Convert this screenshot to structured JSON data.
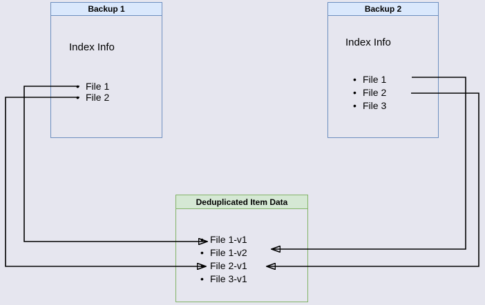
{
  "diagram": {
    "background_color": "#e6e6ef",
    "connector_color": "#000000",
    "boxes": {
      "backup1": {
        "title": "Backup 1",
        "subtitle": "Index Info",
        "files": [
          "File 1",
          "File 2"
        ],
        "border_color": "#6c8ebf",
        "header_fill": "#dae8fc"
      },
      "backup2": {
        "title": "Backup 2",
        "subtitle": "Index Info",
        "files": [
          "File 1",
          "File 2",
          "File 3"
        ],
        "border_color": "#6c8ebf",
        "header_fill": "#dae8fc"
      },
      "dedup": {
        "title": "Deduplicated Item Data",
        "items": [
          "File 1-v1",
          "File 1-v2",
          "File 2-v1",
          "File 3-v1"
        ],
        "border_color": "#82b366",
        "header_fill": "#d5e8d4"
      }
    },
    "edges": [
      {
        "from": "Backup 1 / File 1",
        "to": "Deduplicated Item Data / File 1-v1"
      },
      {
        "from": "Backup 1 / File 2",
        "to": "Deduplicated Item Data / File 2-v1"
      },
      {
        "from": "Backup 2 / File 1",
        "to": "Deduplicated Item Data / File 1-v2"
      },
      {
        "from": "Backup 2 / File 2",
        "to": "Deduplicated Item Data / File 2-v1"
      }
    ]
  }
}
